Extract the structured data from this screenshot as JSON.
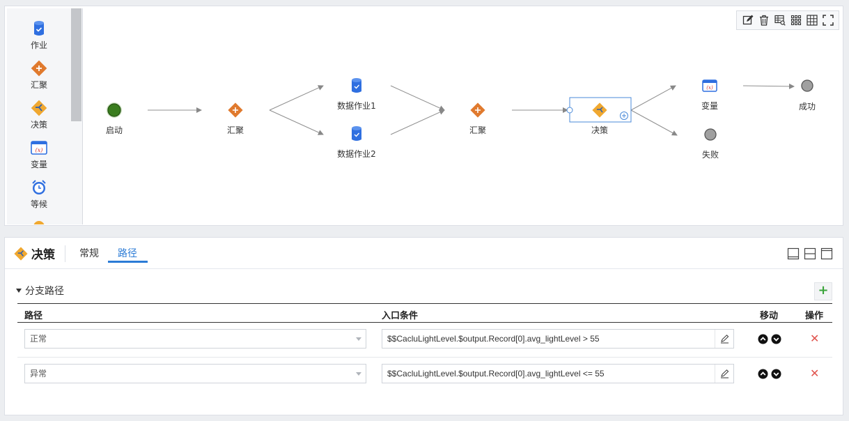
{
  "palette": {
    "items": [
      {
        "label": "作业",
        "icon": "database-job-icon"
      },
      {
        "label": "汇聚",
        "icon": "merge-diamond-icon"
      },
      {
        "label": "决策",
        "icon": "decision-diamond-icon"
      },
      {
        "label": "变量",
        "icon": "variable-icon"
      },
      {
        "label": "等候",
        "icon": "alarm-clock-icon"
      }
    ]
  },
  "toolbar": {
    "icons": [
      "edit-icon",
      "trash-icon",
      "table-search-icon",
      "grid-dots-icon",
      "grid-icon",
      "fullscreen-icon"
    ]
  },
  "flow": {
    "nodes": {
      "start": "启动",
      "merge1": "汇聚",
      "job1": "数据作业1",
      "job2": "数据作业2",
      "merge2": "汇聚",
      "decision": "决策",
      "variable": "变量",
      "fail": "失败",
      "success": "成功"
    }
  },
  "detail": {
    "title": "决策",
    "tabs": [
      {
        "label": "常规",
        "active": false
      },
      {
        "label": "路径",
        "active": true
      }
    ],
    "section_title": "分支路径",
    "add_label": "+",
    "columns": {
      "path": "路径",
      "condition": "入口条件",
      "move": "移动",
      "action": "操作"
    },
    "rows": [
      {
        "path": "正常",
        "condition": "$$CacluLightLevel.$output.Record[0].avg_lightLevel > 55"
      },
      {
        "path": "异常",
        "condition": "$$CacluLightLevel.$output.Record[0].avg_lightLevel <= 55"
      }
    ],
    "delete_symbol": "✕"
  },
  "colors": {
    "accent": "#2b7bd6",
    "merge_orange": "#e07a2e",
    "decision_orange": "#f0a830",
    "job_blue": "#2f6fe0",
    "start_green": "#3a7d1e",
    "end_gray": "#a0a0a0",
    "delete_red": "#e0534d",
    "add_green": "#3aa43a"
  }
}
